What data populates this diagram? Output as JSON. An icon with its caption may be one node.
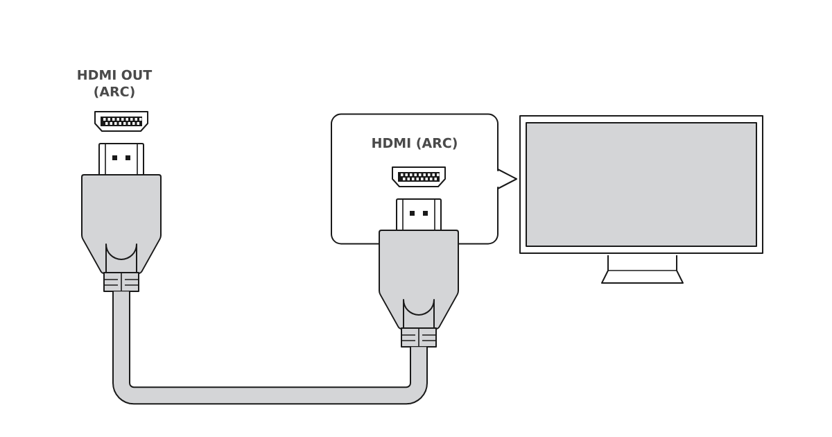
{
  "diagram": {
    "nodes": [
      {
        "text": [],
        "shape": "picture"
      },
      {
        "text": [],
        "shape": "picture"
      },
      {
        "text": [
          "HDMI (ARC)"
        ]
      },
      {
        "text": [],
        "shape": "picture"
      }
    ],
    "edges": [
      {
        "from": 0,
        "to": 1,
        "arrow": "none"
      }
    ],
    "labels": [
      "HDMI OUT (ARC)"
    ]
  }
}
